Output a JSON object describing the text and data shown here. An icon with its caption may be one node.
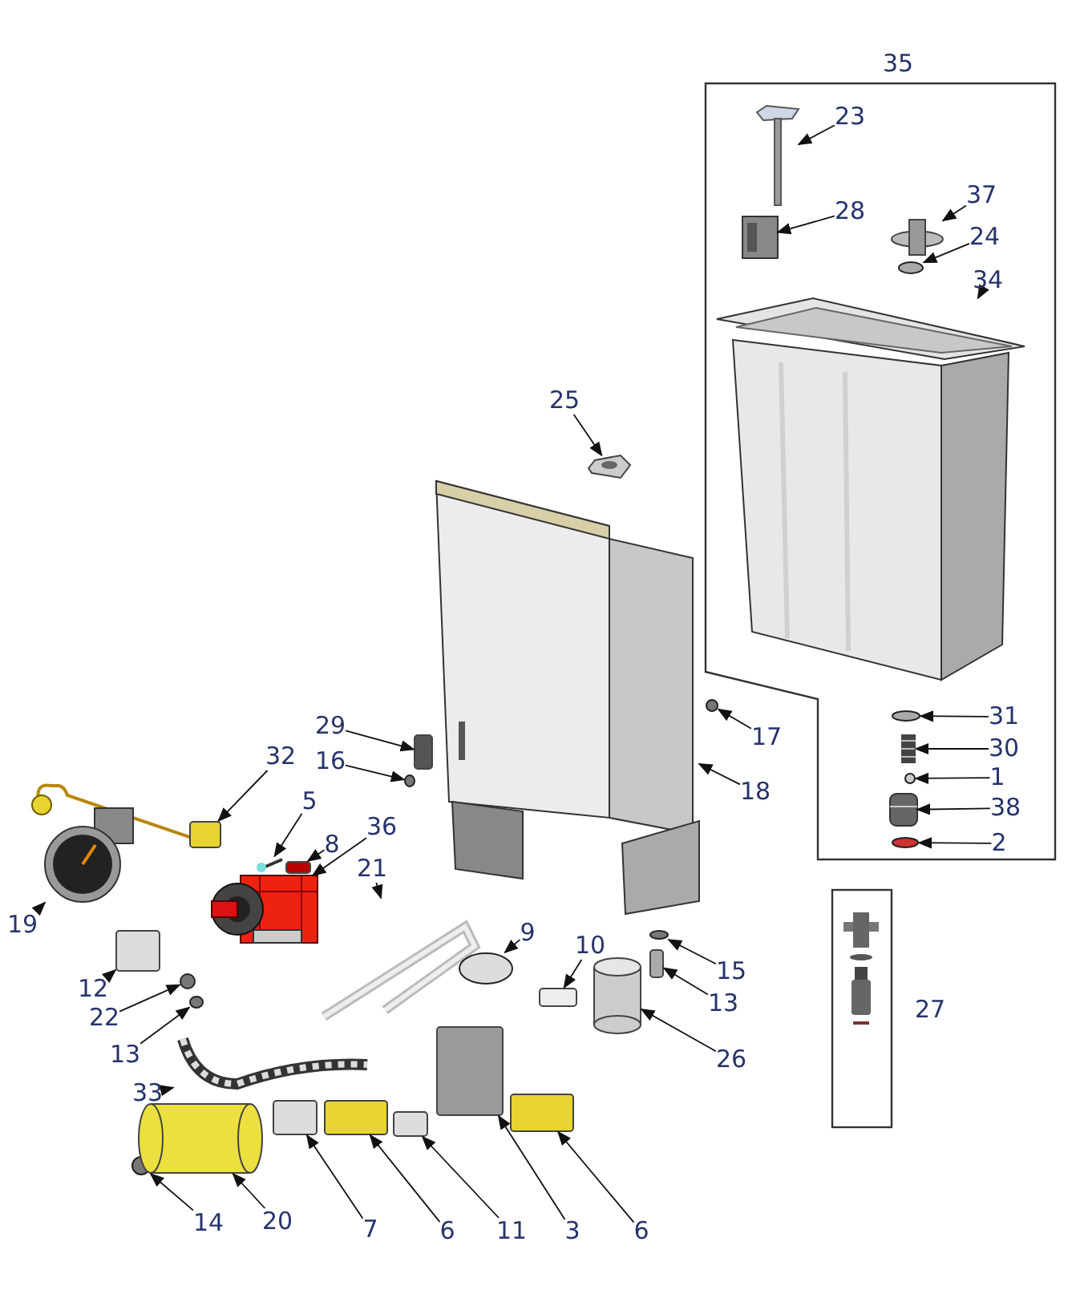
{
  "diagram": {
    "nodes": [
      {
        "text": [
          "35"
        ]
      },
      {
        "text": [
          "23"
        ],
        "in": 0
      },
      {
        "text": [],
        "shape": "picture",
        "in": 0
      },
      {
        "text": [
          "28"
        ],
        "in": 0
      },
      {
        "text": [],
        "shape": "picture",
        "in": 0
      },
      {
        "text": [
          "37"
        ],
        "in": 0
      },
      {
        "text": [],
        "shape": "picture",
        "in": 0
      },
      {
        "text": [
          "24"
        ],
        "in": 0
      },
      {
        "text": [],
        "shape": "circle",
        "in": 0
      },
      {
        "text": [
          "34"
        ],
        "in": 0
      },
      {
        "text": [],
        "shape": "picture",
        "in": 0
      },
      {
        "text": [
          "31"
        ],
        "in": 0
      },
      {
        "text": [],
        "shape": "circle",
        "in": 0
      },
      {
        "text": [
          "30"
        ],
        "in": 0
      },
      {
        "text": [],
        "shape": "picture",
        "in": 0
      },
      {
        "text": [
          "1"
        ],
        "in": 0
      },
      {
        "text": [],
        "shape": "circle",
        "in": 0
      },
      {
        "text": [
          "38"
        ],
        "in": 0
      },
      {
        "text": [],
        "shape": "picture",
        "in": 0
      },
      {
        "text": [
          "2"
        ],
        "in": 0
      },
      {
        "text": [],
        "shape": "circle",
        "in": 0
      },
      {
        "text": [
          "25"
        ]
      },
      {
        "text": [],
        "shape": "picture"
      },
      {
        "text": [
          "29"
        ]
      },
      {
        "text": [],
        "shape": "box"
      },
      {
        "text": [
          "16"
        ]
      },
      {
        "text": [],
        "shape": "circle"
      },
      {
        "text": [
          "17"
        ]
      },
      {
        "text": [],
        "shape": "circle"
      },
      {
        "text": [
          "18"
        ]
      },
      {
        "text": [],
        "shape": "picture"
      },
      {
        "text": [
          "32"
        ]
      },
      {
        "text": [],
        "shape": "box"
      },
      {
        "text": [
          "5"
        ]
      },
      {
        "text": [],
        "shape": "picture"
      },
      {
        "text": [
          "8"
        ]
      },
      {
        "text": [],
        "shape": "box"
      },
      {
        "text": [
          "36"
        ]
      },
      {
        "text": [],
        "shape": "picture"
      },
      {
        "text": [
          "21"
        ]
      },
      {
        "text": [],
        "shape": "picture"
      },
      {
        "text": [
          "19"
        ]
      },
      {
        "text": [],
        "shape": "picture"
      },
      {
        "text": [
          "9"
        ]
      },
      {
        "text": [],
        "shape": "circle"
      },
      {
        "text": [
          "10"
        ]
      },
      {
        "text": [],
        "shape": "box"
      },
      {
        "text": [
          "15"
        ]
      },
      {
        "text": [],
        "shape": "circle"
      },
      {
        "text": [
          "13"
        ]
      },
      {
        "text": [],
        "shape": "box"
      },
      {
        "text": [
          "12"
        ]
      },
      {
        "text": [],
        "shape": "box"
      },
      {
        "text": [
          "22"
        ]
      },
      {
        "text": [],
        "shape": "circle"
      },
      {
        "text": [
          "13"
        ]
      },
      {
        "text": [],
        "shape": "circle"
      },
      {
        "text": [
          "27"
        ]
      },
      {
        "text": [
          "26"
        ]
      },
      {
        "text": [],
        "shape": "cylinder"
      },
      {
        "text": [
          "33"
        ]
      },
      {
        "text": [],
        "shape": "picture"
      },
      {
        "text": [
          "14"
        ]
      },
      {
        "text": [],
        "shape": "circle"
      },
      {
        "text": [
          "20"
        ]
      },
      {
        "text": [],
        "shape": "cylinder"
      },
      {
        "text": [
          "7"
        ]
      },
      {
        "text": [],
        "shape": "box"
      },
      {
        "text": [
          "6"
        ]
      },
      {
        "text": [],
        "shape": "box"
      },
      {
        "text": [
          "11"
        ]
      },
      {
        "text": [],
        "shape": "box"
      },
      {
        "text": [
          "3"
        ]
      },
      {
        "text": [],
        "shape": "box"
      },
      {
        "text": [
          "6"
        ]
      },
      {
        "text": [],
        "shape": "box"
      }
    ],
    "edges": [
      {
        "from": 1,
        "to": 2,
        "arrow": "to"
      },
      {
        "from": 3,
        "to": 4,
        "arrow": "to"
      },
      {
        "from": 5,
        "to": 6,
        "arrow": "to"
      },
      {
        "from": 7,
        "to": 8,
        "arrow": "to"
      },
      {
        "from": 9,
        "to": 10,
        "arrow": "to"
      },
      {
        "from": 11,
        "to": 12,
        "arrow": "to"
      },
      {
        "from": 13,
        "to": 14,
        "arrow": "to"
      },
      {
        "from": 15,
        "to": 16,
        "arrow": "to"
      },
      {
        "from": 17,
        "to": 18,
        "arrow": "to"
      },
      {
        "from": 19,
        "to": 20,
        "arrow": "to"
      },
      {
        "from": 21,
        "to": 22,
        "arrow": "to"
      },
      {
        "from": 23,
        "to": 24,
        "arrow": "to"
      },
      {
        "from": 25,
        "to": 26,
        "arrow": "to"
      },
      {
        "from": 27,
        "to": 28,
        "arrow": "to"
      },
      {
        "from": 29,
        "to": 30,
        "arrow": "to"
      },
      {
        "from": 31,
        "to": 32,
        "arrow": "to"
      },
      {
        "from": 33,
        "to": 34,
        "arrow": "to"
      },
      {
        "from": 35,
        "to": 36,
        "arrow": "to"
      },
      {
        "from": 37,
        "to": 38,
        "arrow": "to"
      },
      {
        "from": 39,
        "to": 40,
        "arrow": "to"
      },
      {
        "from": 41,
        "to": 42,
        "arrow": "to"
      },
      {
        "from": 43,
        "to": 44,
        "arrow": "to"
      },
      {
        "from": 45,
        "to": 46,
        "arrow": "to"
      },
      {
        "from": 47,
        "to": 48,
        "arrow": "to"
      },
      {
        "from": 49,
        "to": 50,
        "arrow": "to"
      },
      {
        "from": 51,
        "to": 52,
        "arrow": "to"
      },
      {
        "from": 53,
        "to": 54,
        "arrow": "to"
      },
      {
        "from": 55,
        "to": 56,
        "arrow": "to"
      },
      {
        "from": 58,
        "to": 59,
        "arrow": "to"
      },
      {
        "from": 60,
        "to": 61,
        "arrow": "to"
      },
      {
        "from": 62,
        "to": 63,
        "arrow": "to"
      },
      {
        "from": 64,
        "to": 65,
        "arrow": "to"
      },
      {
        "from": 66,
        "to": 67,
        "arrow": "to"
      },
      {
        "from": 68,
        "to": 69,
        "arrow": "to"
      },
      {
        "from": 70,
        "to": 71,
        "arrow": "to"
      },
      {
        "from": 72,
        "to": 73,
        "arrow": "to"
      },
      {
        "from": 74,
        "to": 75,
        "arrow": "to"
      }
    ]
  }
}
